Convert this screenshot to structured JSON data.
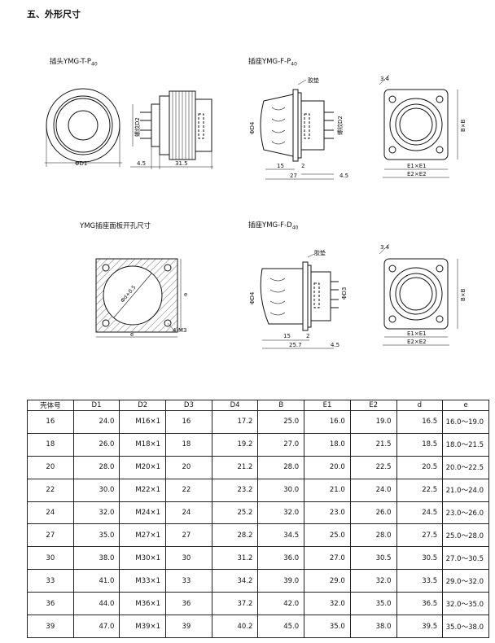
{
  "section": {
    "heading": "五、外形尺寸"
  },
  "figures": {
    "plug": {
      "title": "插头YMG-T-P",
      "sub": "40",
      "d1": "ΦD1",
      "d2": "螺纹D2",
      "w1": "4.5",
      "w2": "31.5"
    },
    "socket_flange": {
      "title": "插座YMG-F-P",
      "sub": "40",
      "d4": "ΦD4",
      "d2": "螺纹D2",
      "gasket": "胶垫",
      "w1": "15",
      "w2": "2",
      "w3": "27",
      "w4": "4.5",
      "s1": "3.4",
      "e1": "E1×E1",
      "e2": "E2×E2",
      "b": "B×B"
    },
    "panel_cutout": {
      "title": "YMG插座面板开孔尺寸",
      "d": "Φd+0.5",
      "e_side": "e",
      "e_bottom": "e",
      "holes": "4-M3"
    },
    "socket_nut": {
      "title": "插座YMG-F-D",
      "sub": "40",
      "d4": "ΦD4",
      "d3": "ΦD3",
      "gasket": "胶垫",
      "w1": "15",
      "w2": "2",
      "w3": "25.7",
      "w4": "4.5",
      "s1": "3.4",
      "e1": "E1×E1",
      "e2": "E2×E2",
      "b": "B×B"
    }
  },
  "table": {
    "headers": [
      "壳体号",
      "D1",
      "D2",
      "D3",
      "D4",
      "B",
      "E1",
      "E2",
      "d",
      "e"
    ],
    "rows": [
      [
        "16",
        "24.0",
        "M16×1",
        "16",
        "17.2",
        "25.0",
        "16.0",
        "19.0",
        "16.5",
        "16.0～19.0"
      ],
      [
        "18",
        "26.0",
        "M18×1",
        "18",
        "19.2",
        "27.0",
        "18.0",
        "21.5",
        "18.5",
        "18.0～21.5"
      ],
      [
        "20",
        "28.0",
        "M20×1",
        "20",
        "21.2",
        "28.0",
        "20.0",
        "22.5",
        "20.5",
        "20.0～22.5"
      ],
      [
        "22",
        "30.0",
        "M22×1",
        "22",
        "23.2",
        "30.0",
        "21.0",
        "24.0",
        "22.5",
        "21.0～24.0"
      ],
      [
        "24",
        "32.0",
        "M24×1",
        "24",
        "25.2",
        "32.0",
        "23.0",
        "26.0",
        "24.5",
        "23.0～26.0"
      ],
      [
        "27",
        "35.0",
        "M27×1",
        "27",
        "28.2",
        "34.5",
        "25.0",
        "28.0",
        "27.5",
        "25.0～28.0"
      ],
      [
        "30",
        "38.0",
        "M30×1",
        "30",
        "31.2",
        "36.0",
        "27.0",
        "30.5",
        "30.5",
        "27.0～30.5"
      ],
      [
        "33",
        "41.0",
        "M33×1",
        "33",
        "34.2",
        "39.0",
        "29.0",
        "32.0",
        "33.5",
        "29.0～32.0"
      ],
      [
        "36",
        "44.0",
        "M36×1",
        "36",
        "37.2",
        "42.0",
        "32.0",
        "35.0",
        "36.5",
        "32.0～35.0"
      ],
      [
        "39",
        "47.0",
        "M39×1",
        "39",
        "40.2",
        "45.0",
        "35.0",
        "38.0",
        "39.5",
        "35.0～38.0"
      ]
    ]
  }
}
